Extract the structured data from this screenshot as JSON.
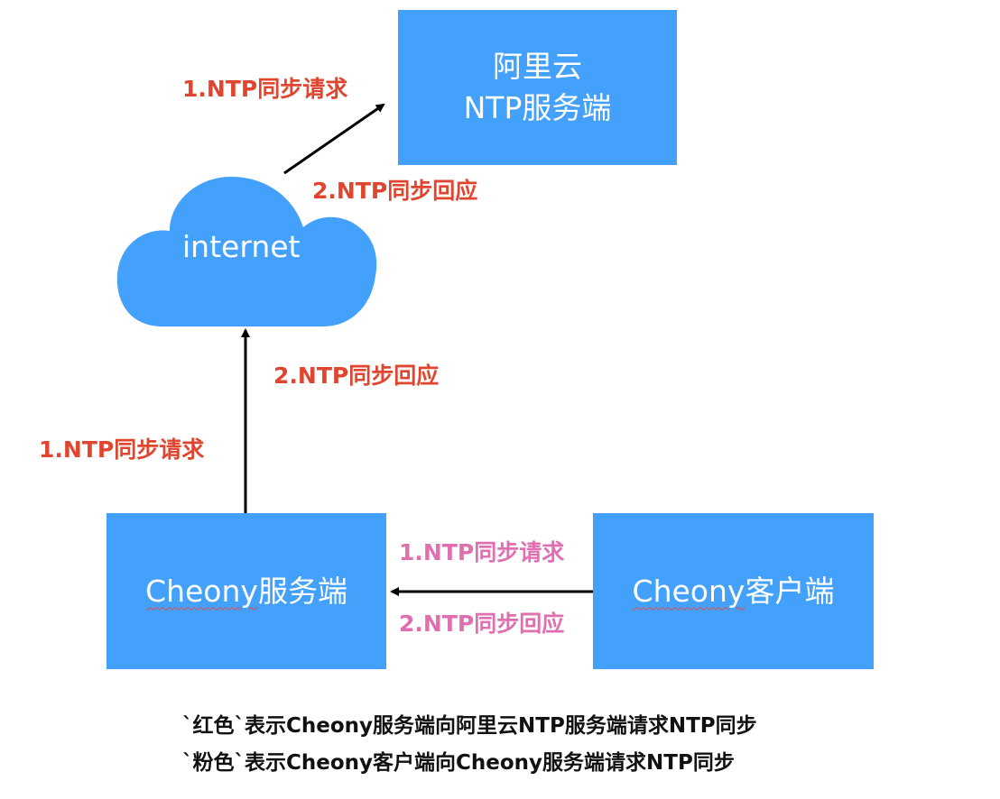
{
  "nodes": {
    "aliyun": {
      "line1": "阿里云",
      "line2": "NTP服务端"
    },
    "internet": {
      "label": "internet"
    },
    "cheony_server": {
      "name": "Cheony",
      "suffix": "服务端"
    },
    "cheony_client": {
      "name": "Cheony",
      "suffix": "客户端"
    }
  },
  "edges": {
    "cloud_to_aliyun": {
      "request": "1.NTP同步请求",
      "response": "2.NTP同步回应"
    },
    "server_to_cloud": {
      "request": "1.NTP同步请求",
      "response": "2.NTP同步回应"
    },
    "client_to_server": {
      "request": "1.NTP同步请求",
      "response": "2.NTP同步回应"
    }
  },
  "legend": {
    "line1": "`红色`表示Cheony服务端向阿里云NTP服务端请求NTP同步",
    "line2": "`粉色`表示Cheony客户端向Cheony服务端请求NTP同步"
  },
  "colors": {
    "box": "#44a1fb",
    "red_label": "#e0452f",
    "pink_label": "#e06fb0",
    "arrow": "#000000"
  }
}
